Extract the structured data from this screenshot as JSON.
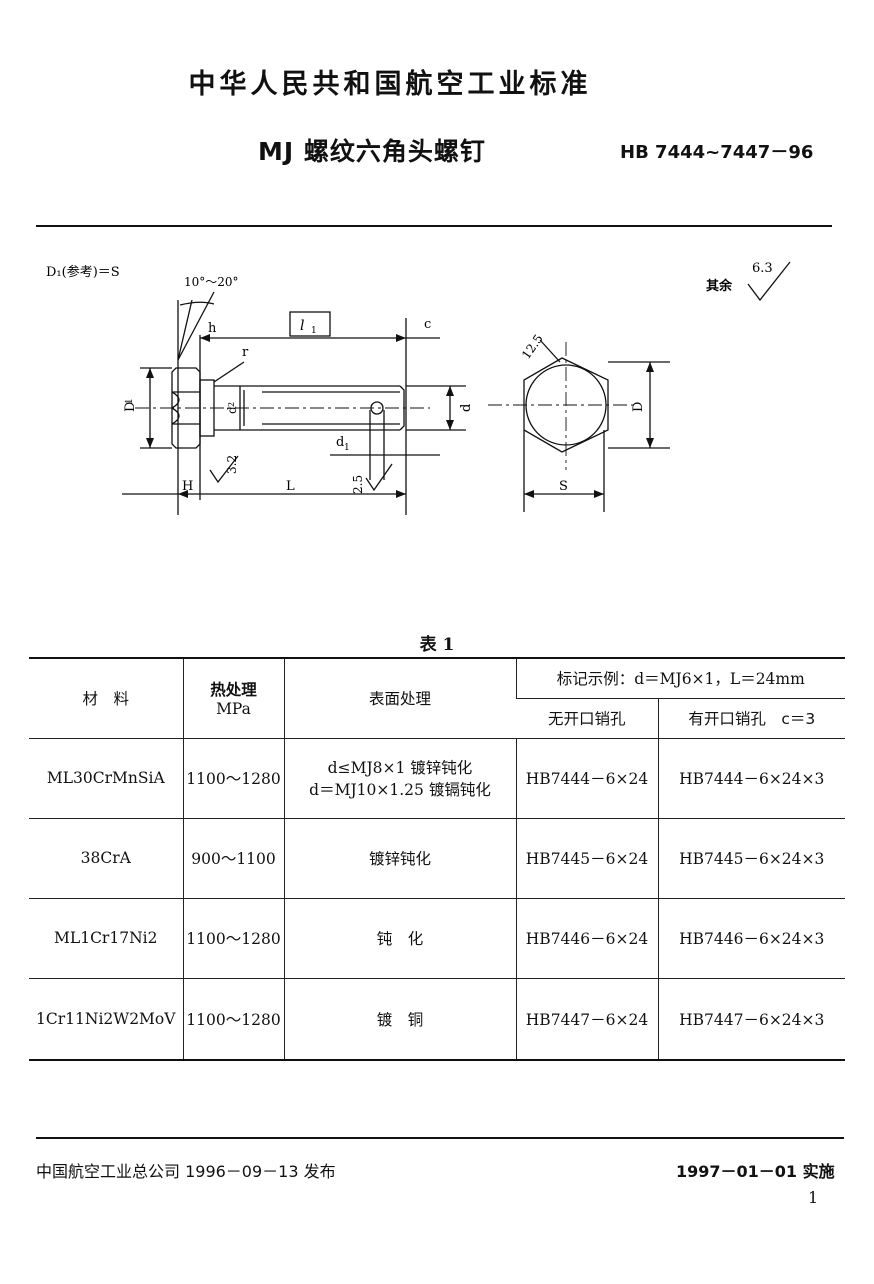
{
  "header": {
    "standard_name": "中华人民共和国航空工业标准",
    "title": "MJ 螺纹六角头螺钉",
    "code": "HB 7444~7447－96"
  },
  "drawing": {
    "d1_ref": "D₁(参考)＝S",
    "angle": "10°～20°",
    "rest": "其余",
    "rest_roughness": "6.3",
    "roughness_32": "3.2",
    "roughness_25_a": "2.5",
    "roughness_125": "12.5",
    "labels": {
      "h": "h",
      "l1": "l",
      "l1_sub": "1",
      "c": "c",
      "r": "r",
      "D1": "D",
      "D1_sub": "1",
      "d2": "d",
      "d2_sub": "2",
      "d": "d",
      "d1": "d",
      "d1_sub": "1",
      "H": "H",
      "L": "L",
      "D": "D",
      "S": "S"
    }
  },
  "table": {
    "caption": "表 1",
    "headers": {
      "material": "材　料",
      "heat_treatment": "热处理",
      "heat_unit": "MPa",
      "surface": "表面处理",
      "marking": "标记示例：d＝MJ6×1，L＝24mm",
      "no_pin": "无开口销孔",
      "with_pin": "有开口销孔　c＝3"
    },
    "rows": [
      {
        "material": "ML30CrMnSiA",
        "heat": "1100～1280",
        "surface": "d≤MJ8×1 镀锌钝化",
        "surface2": "d＝MJ10×1.25 镀镉钝化",
        "no_pin": "HB7444－6×24",
        "with_pin": "HB7444－6×24×3"
      },
      {
        "material": "38CrA",
        "heat": "900～1100",
        "surface": "镀锌钝化",
        "surface2": "",
        "no_pin": "HB7445－6×24",
        "with_pin": "HB7445－6×24×3"
      },
      {
        "material": "ML1Cr17Ni2",
        "heat": "1100～1280",
        "surface": "钝　化",
        "surface2": "",
        "no_pin": "HB7446－6×24",
        "with_pin": "HB7446－6×24×3"
      },
      {
        "material": "1Cr11Ni2W2MoV",
        "heat": "1100～1280",
        "surface": "镀　铜",
        "surface2": "",
        "no_pin": "HB7447－6×24",
        "with_pin": "HB7447－6×24×3"
      }
    ]
  },
  "footer": {
    "issuer": "中国航空工业总公司 1996－09－13 发布",
    "effective": "1997－01－01 实施",
    "page": "1"
  }
}
